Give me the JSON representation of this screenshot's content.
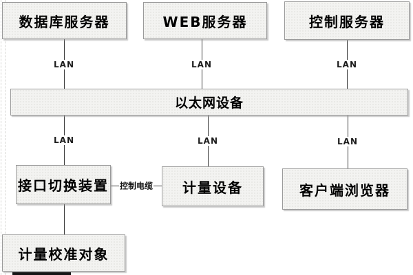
{
  "diagram": {
    "colors": {
      "background": "#ffffff",
      "node_fill": "#f3f3f1",
      "node_border": "#9a9a9a",
      "edge_line": "#3a3a3a",
      "text": "#000000"
    },
    "nodes": [
      {
        "id": "database-server",
        "label": "数据库服务器"
      },
      {
        "id": "web-server",
        "label": "WEB服务器"
      },
      {
        "id": "control-server",
        "label": "控制服务器"
      },
      {
        "id": "ethernet-device",
        "label": "以太网设备"
      },
      {
        "id": "interface-switch",
        "label": "接口切换装置"
      },
      {
        "id": "metering-device",
        "label": "计量设备"
      },
      {
        "id": "client-browser",
        "label": "客户端浏览器"
      },
      {
        "id": "calibration-target",
        "label": "计量校准对象"
      }
    ],
    "edge_labels": {
      "lan": "LAN",
      "control_cable": "控制电缆"
    },
    "edges": [
      {
        "from": "database-server",
        "to": "ethernet-device",
        "label": "LAN"
      },
      {
        "from": "web-server",
        "to": "ethernet-device",
        "label": "LAN"
      },
      {
        "from": "control-server",
        "to": "ethernet-device",
        "label": "LAN"
      },
      {
        "from": "ethernet-device",
        "to": "interface-switch",
        "label": "LAN"
      },
      {
        "from": "ethernet-device",
        "to": "metering-device",
        "label": "LAN"
      },
      {
        "from": "ethernet-device",
        "to": "client-browser",
        "label": "LAN"
      },
      {
        "from": "interface-switch",
        "to": "metering-device",
        "label": "控制电缆"
      },
      {
        "from": "interface-switch",
        "to": "calibration-target",
        "label": ""
      }
    ]
  }
}
